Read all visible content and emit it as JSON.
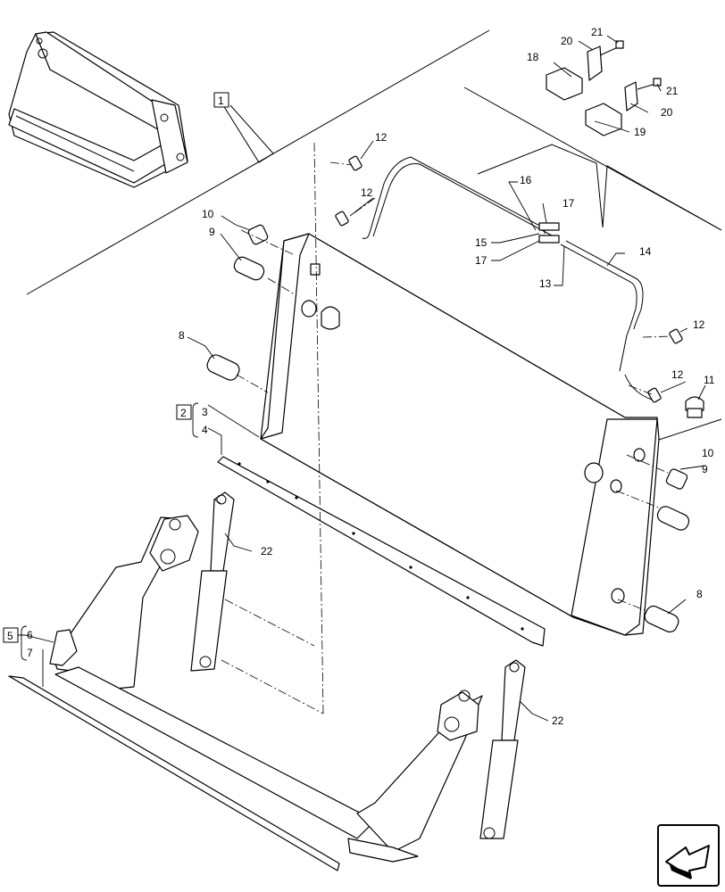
{
  "diagram": {
    "callouts": {
      "c1": "1",
      "c2": "2",
      "c3": "3",
      "c4": "4",
      "c5": "5",
      "c6": "6",
      "c7": "7",
      "c8a": "8",
      "c8b": "8",
      "c9a": "9",
      "c9b": "9",
      "c10a": "10",
      "c10b": "10",
      "c11": "11",
      "c12a": "12",
      "c12b": "12",
      "c12c": "12",
      "c12d": "12",
      "c13": "13",
      "c14": "14",
      "c15": "15",
      "c16": "16",
      "c17a": "17",
      "c17b": "17",
      "c18": "18",
      "c19": "19",
      "c20a": "20",
      "c20b": "20",
      "c21a": "21",
      "c21b": "21",
      "c22a": "22",
      "c22b": "22"
    }
  },
  "navigation": {
    "icon": "next-page-arrow-icon"
  }
}
